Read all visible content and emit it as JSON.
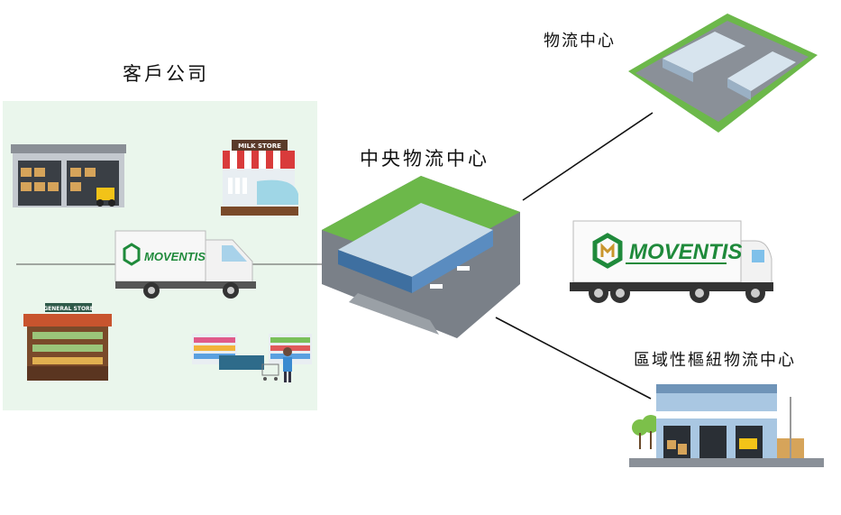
{
  "labels": {
    "customer": "客戶公司",
    "central": "中央物流中心",
    "logistics": "物流中心",
    "regional": "區域性樞紐物流中心"
  },
  "illustrations": {
    "milk_store_sign": "MILK STORE",
    "general_store_sign": "GENERAL STORE",
    "brand": "MOVENTIS"
  },
  "colors": {
    "panel": "#eaf6ec",
    "brand_green": "#1f8a3b",
    "brand_gold": "#c9962d",
    "grass": "#6cb84a",
    "roof": "#c9dbe8",
    "line": "#111111"
  }
}
